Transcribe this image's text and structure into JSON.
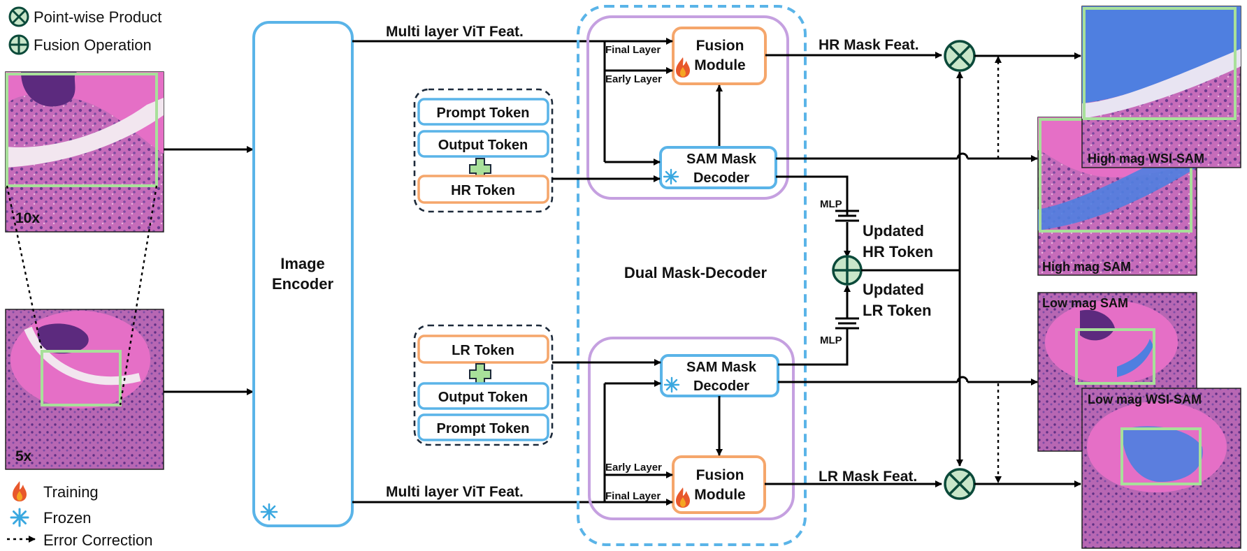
{
  "legend": {
    "pointwise": "Point-wise Product",
    "fusion_op": "Fusion Operation",
    "training": "Training",
    "frozen": "Frozen",
    "error_correction": "Error Correction"
  },
  "inputs": {
    "mag_10x": "10x",
    "mag_5x": "5x"
  },
  "encoder": {
    "label_line1": "Image",
    "label_line2": "Encoder"
  },
  "feat": {
    "top": "Multi layer ViT Feat.",
    "bottom": "Multi layer ViT Feat."
  },
  "hr_tokens": {
    "prompt": "Prompt Token",
    "output": "Output Token",
    "hr": "HR Token"
  },
  "lr_tokens": {
    "lr": "LR Token",
    "output": "Output Token",
    "prompt": "Prompt Token"
  },
  "decoder": {
    "dual_label": "Dual Mask-Decoder",
    "final_layer": "Final Layer",
    "early_layer": "Early Layer",
    "fusion_line1": "Fusion",
    "fusion_line2": "Module",
    "sam_line1": "SAM Mask",
    "sam_line2": "Decoder"
  },
  "right": {
    "hr_mask_feat": "HR Mask Feat.",
    "lr_mask_feat": "LR Mask Feat.",
    "mlp": "MLP",
    "updated_hr_1": "Updated",
    "updated_hr_2": "HR Token",
    "updated_lr_1": "Updated",
    "updated_lr_2": "LR Token"
  },
  "outputs": {
    "high_wsi": "High mag WSI-SAM",
    "high_sam": "High mag SAM",
    "low_sam": "Low mag SAM",
    "low_wsi": "Low mag WSI-SAM"
  },
  "colors": {
    "blue": "#5ab4e8",
    "orange": "#f5a66b",
    "purple": "#c5a0e0",
    "green_box": "#a8e09a",
    "circle_fill": "#c8e6c9",
    "circle_stroke": "#0b4a3a",
    "tissue_pink": "#d65fb5",
    "mask_blue": "#4f7fe0"
  }
}
